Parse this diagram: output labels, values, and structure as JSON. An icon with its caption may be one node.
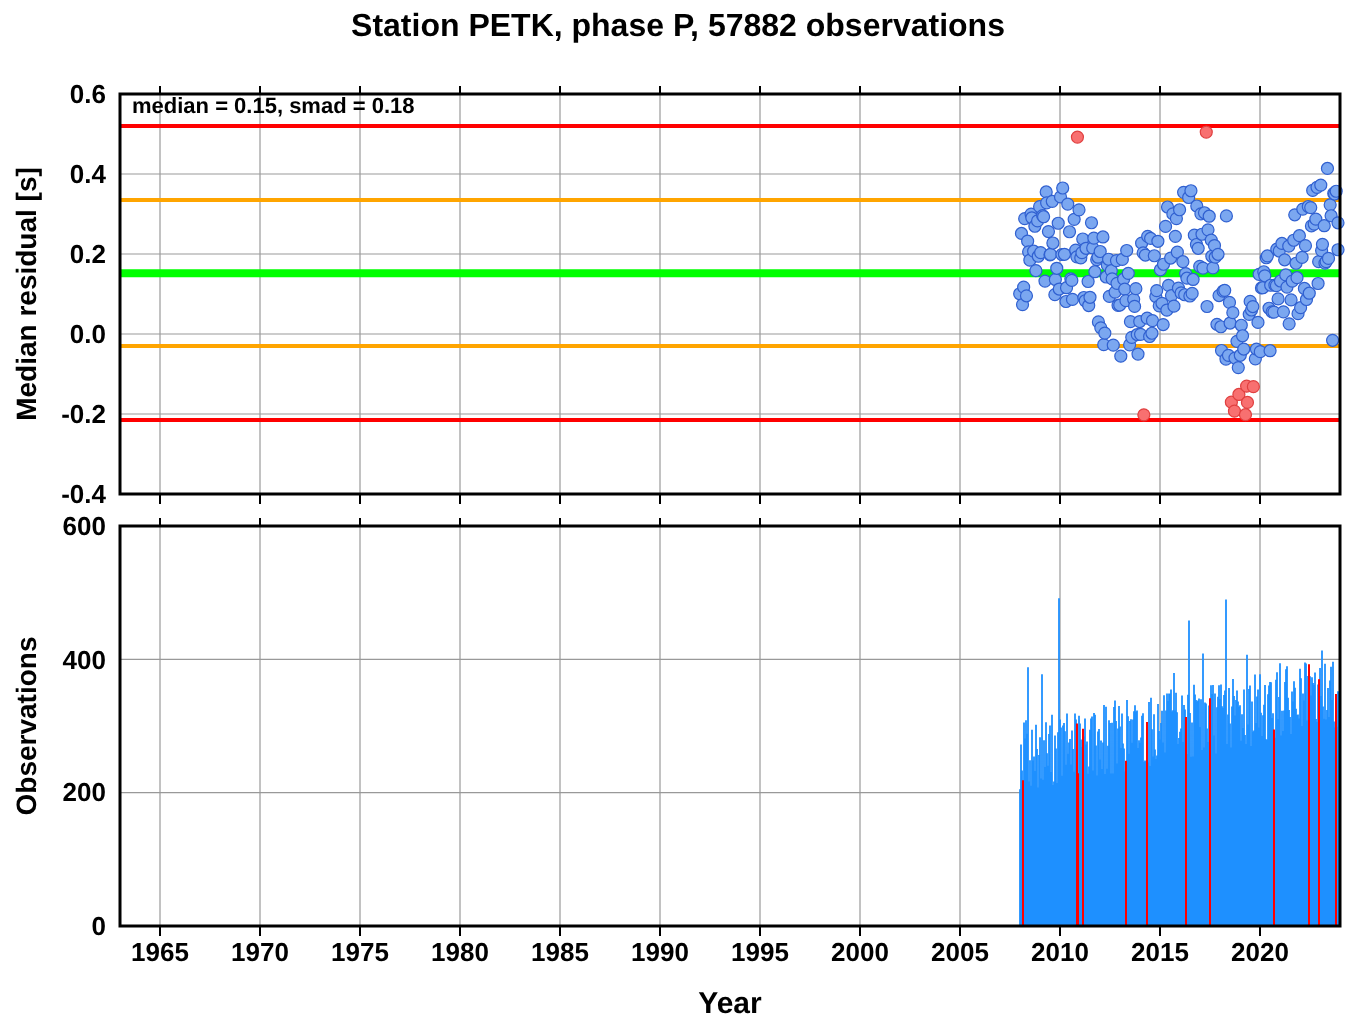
{
  "diagram": {
    "title": "Station PETK, phase P, 57882 observations",
    "labels": [
      "median = 0.15, smad = 0.18",
      "0.6",
      "0.4",
      "0.2",
      "0.0",
      "-0.2",
      "-0.4",
      "Median residual [s]",
      "600",
      "400",
      "200",
      "0",
      "Observations",
      "1965",
      "1970",
      "1975",
      "1980",
      "1985",
      "1990",
      "1995",
      "2000",
      "2005",
      "2010",
      "2015",
      "2020",
      "Year"
    ]
  }
}
